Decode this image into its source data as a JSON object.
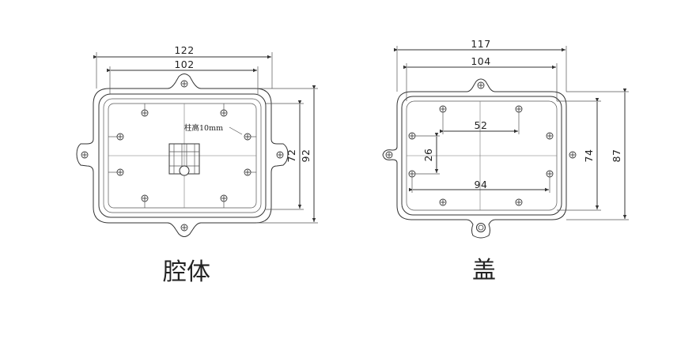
{
  "cavity": {
    "title": "腔体",
    "dim_top_outer": "122",
    "dim_top_inner": "102",
    "dim_side_inner": "72",
    "dim_side_outer": "92",
    "note": "柱高10mm"
  },
  "lid": {
    "title": "盖",
    "dim_top_outer": "117",
    "dim_top_inner": "104",
    "dim_hole_span_top": "52",
    "dim_hole_span_vertical": "26",
    "dim_hole_span_bottom": "94",
    "dim_side_inner": "74",
    "dim_side_outer": "87"
  }
}
